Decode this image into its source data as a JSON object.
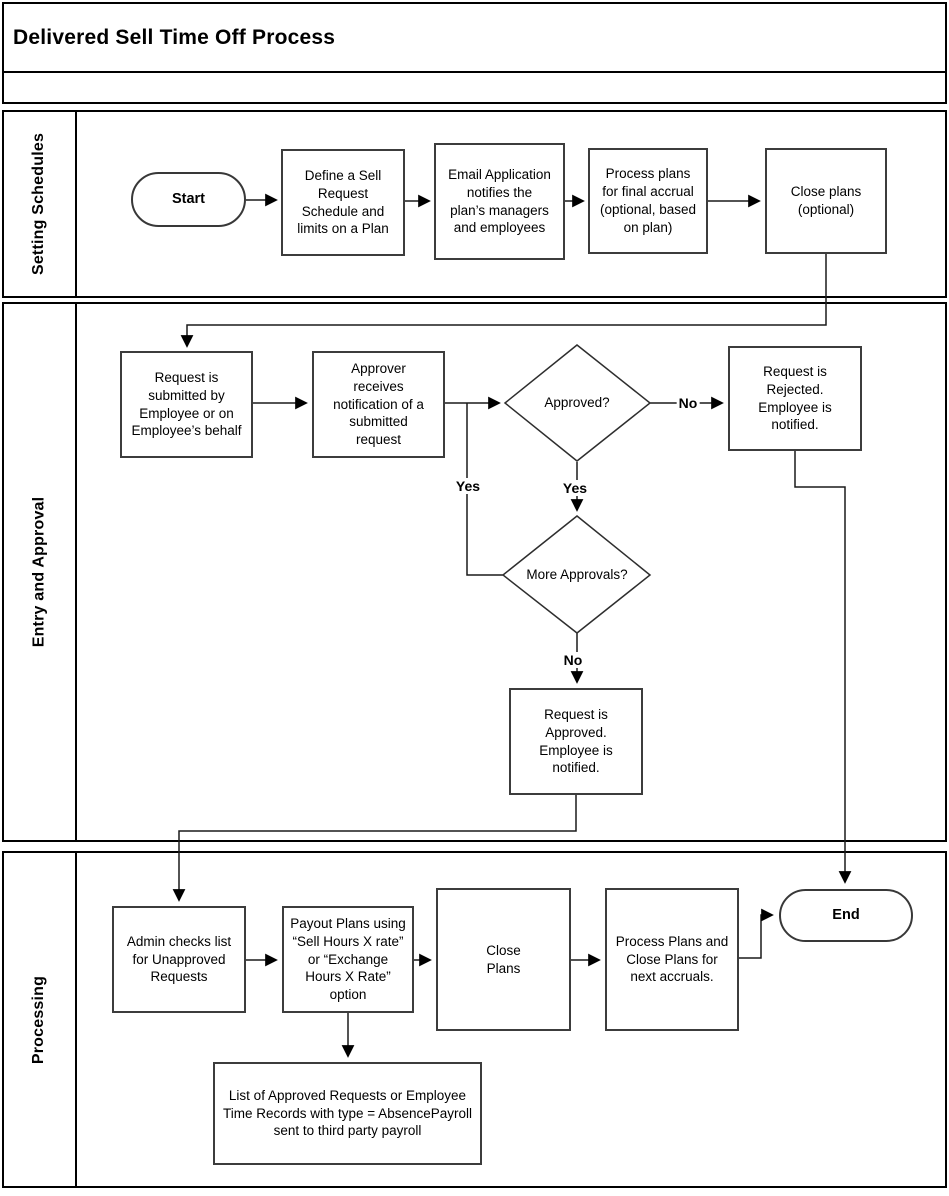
{
  "title": "Delivered Sell Time Off Process",
  "lanes": [
    {
      "label": "Setting Schedules"
    },
    {
      "label": "Entry and Approval"
    },
    {
      "label": "Processing"
    }
  ],
  "nodes": {
    "start": "Start",
    "define_schedule": "Define a Sell Request Schedule and limits on a Plan",
    "email_app": "Email Application notifies the plan’s managers and employees",
    "process_final": "Process plans for final accrual (optional, based on plan)",
    "close_optional": "Close plans (optional)",
    "request_submitted": "Request is submitted by Employee or on Employee’s behalf",
    "approver_receives": "Approver receives notification of a submitted request",
    "approved_q": "Approved?",
    "request_rejected": "Request is Rejected. Employee is notified.",
    "more_approvals_q": "More Approvals?",
    "request_approved": "Request is Approved. Employee is notified.",
    "admin_checks": "Admin checks list for Unapproved Requests",
    "payout_plans": "Payout Plans using “Sell Hours X rate” or “Exchange Hours X Rate” option",
    "close_plans": "Close Plans",
    "process_next": "Process Plans and Close Plans for next accruals.",
    "end": "End",
    "list_payroll": "List of Approved Requests or Employee Time Records with type = AbsencePayroll sent to third party payroll"
  },
  "edge_labels": {
    "approved_no": "No",
    "approved_yes": "Yes",
    "more_yes": "Yes",
    "more_no": "No"
  },
  "colors": {
    "background": "#ffffff",
    "table_border": "#000000",
    "box_border": "#3c3c3c",
    "line": "#1a1a1a",
    "text": "#000000"
  }
}
